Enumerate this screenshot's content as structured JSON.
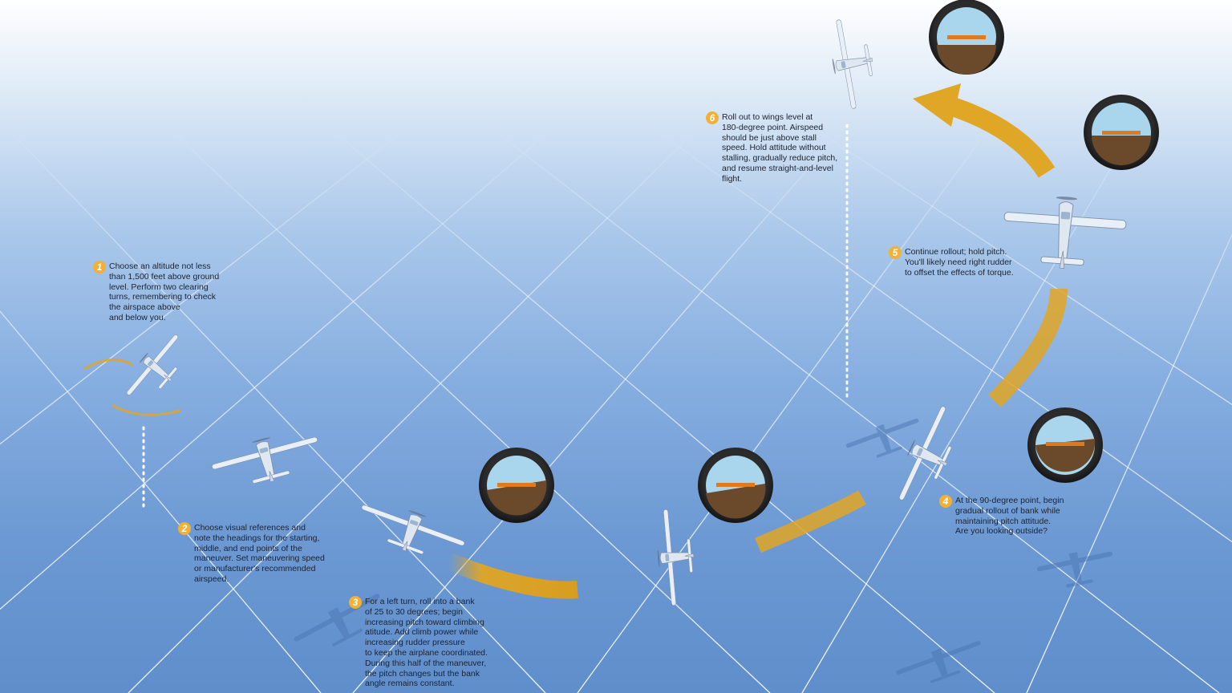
{
  "colors": {
    "arrow": "#e0a625",
    "badge": "#f2b134",
    "grid": "#ffffff",
    "aircraft": "#e8eef6",
    "shadow": "#4e79b4",
    "instrument_sky": "#a9d6ec",
    "instrument_ground": "#6b4a2c"
  },
  "icons": [
    "airplane-icon",
    "attitude-indicator-icon",
    "curved-arrow-icon"
  ],
  "steps": [
    {
      "number": "1",
      "lines": [
        "Choose an altitude not less",
        "than 1,500 feet above ground",
        "level. Perform two clearing",
        "turns, remembering to check",
        "the airspace above",
        "and below you."
      ]
    },
    {
      "number": "2",
      "lines": [
        "Choose visual references and",
        "note the headings for the starting,",
        "middle, and end points of the",
        "maneuver. Set maneuvering speed",
        "or manufacturer's recommended",
        "airspeed."
      ]
    },
    {
      "number": "3",
      "lines": [
        "For a left turn, roll into a bank",
        "of 25 to 30 degrees; begin",
        "increasing pitch toward climbing",
        "atitude. Add climb power while",
        "increasing rudder pressure",
        "to keep the airplane coordinated.",
        "During this half of the maneuver,",
        "the pitch changes but the bank",
        "angle remains constant."
      ]
    },
    {
      "number": "4",
      "lines": [
        "At the 90-degree point, begin",
        "gradual rollout of bank while",
        "maintaining pitch attitude.",
        "Are you looking outside?"
      ]
    },
    {
      "number": "5",
      "lines": [
        "Continue rollout; hold pitch.",
        "You'll likely need right rudder",
        "to offset the effects of torque."
      ]
    },
    {
      "number": "6",
      "lines": [
        "Roll out to wings level at",
        "180-degree point. Airspeed",
        "should be just above stall",
        "speed. Hold attitude without",
        "stalling, gradually reduce pitch,",
        "and resume straight-and-level",
        "flight."
      ]
    }
  ]
}
